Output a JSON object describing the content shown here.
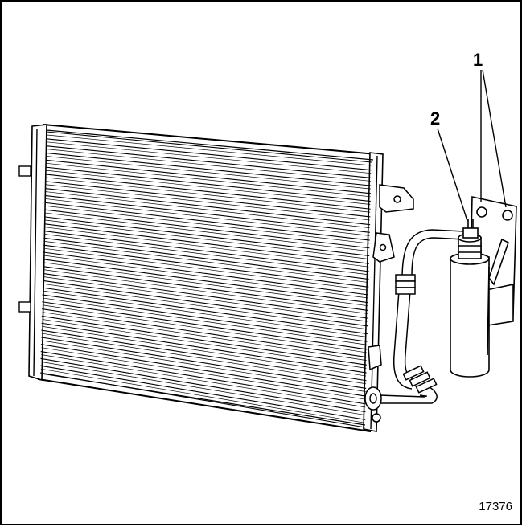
{
  "diagram": {
    "callouts": [
      {
        "label": "1"
      },
      {
        "label": "2"
      }
    ],
    "figure_number": "17376"
  }
}
